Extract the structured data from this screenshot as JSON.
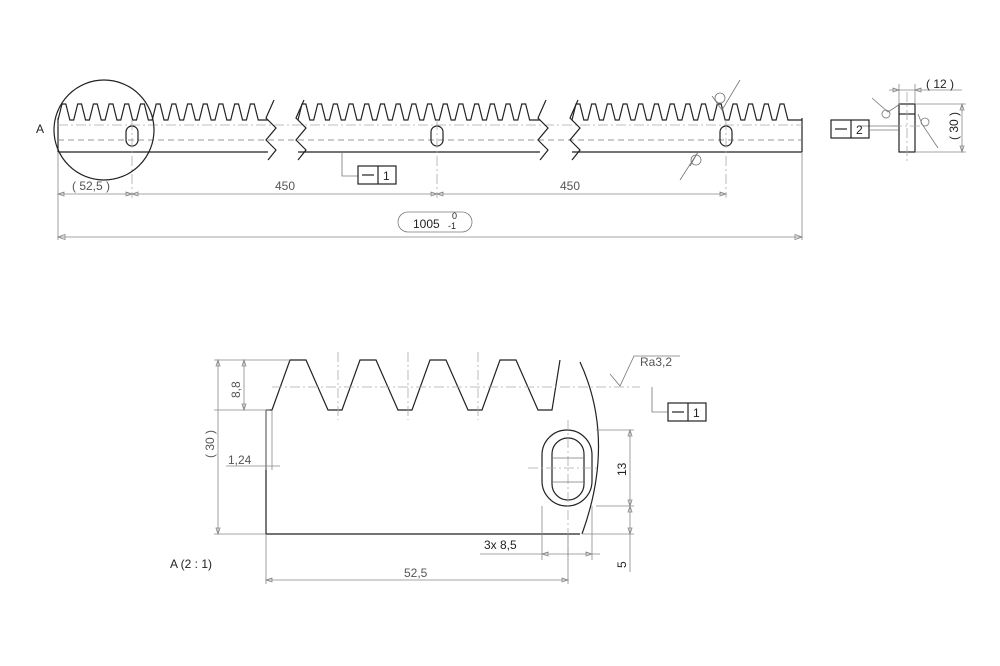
{
  "dims": {
    "top_left_offset": "( 52,5 )",
    "pitch1": "450",
    "pitch2": "450",
    "total": "1005",
    "tol_upper": "0",
    "tol_lower": "-1",
    "thickness": "( 12 )",
    "height_side": "( 30 )"
  },
  "markers": {
    "flat1": "1",
    "flat2": "2",
    "flat3": "1"
  },
  "detail": {
    "tooth_height": "8,8",
    "height": "( 30 )",
    "offset": "1,24",
    "hole_spec": "3x 8,5",
    "distance": "52,5",
    "slot_len": "13",
    "edge": "5",
    "roughness": "Ra3,2",
    "view_label": "A  (2 : 1)"
  },
  "labels": {
    "detail_ref": "A"
  }
}
